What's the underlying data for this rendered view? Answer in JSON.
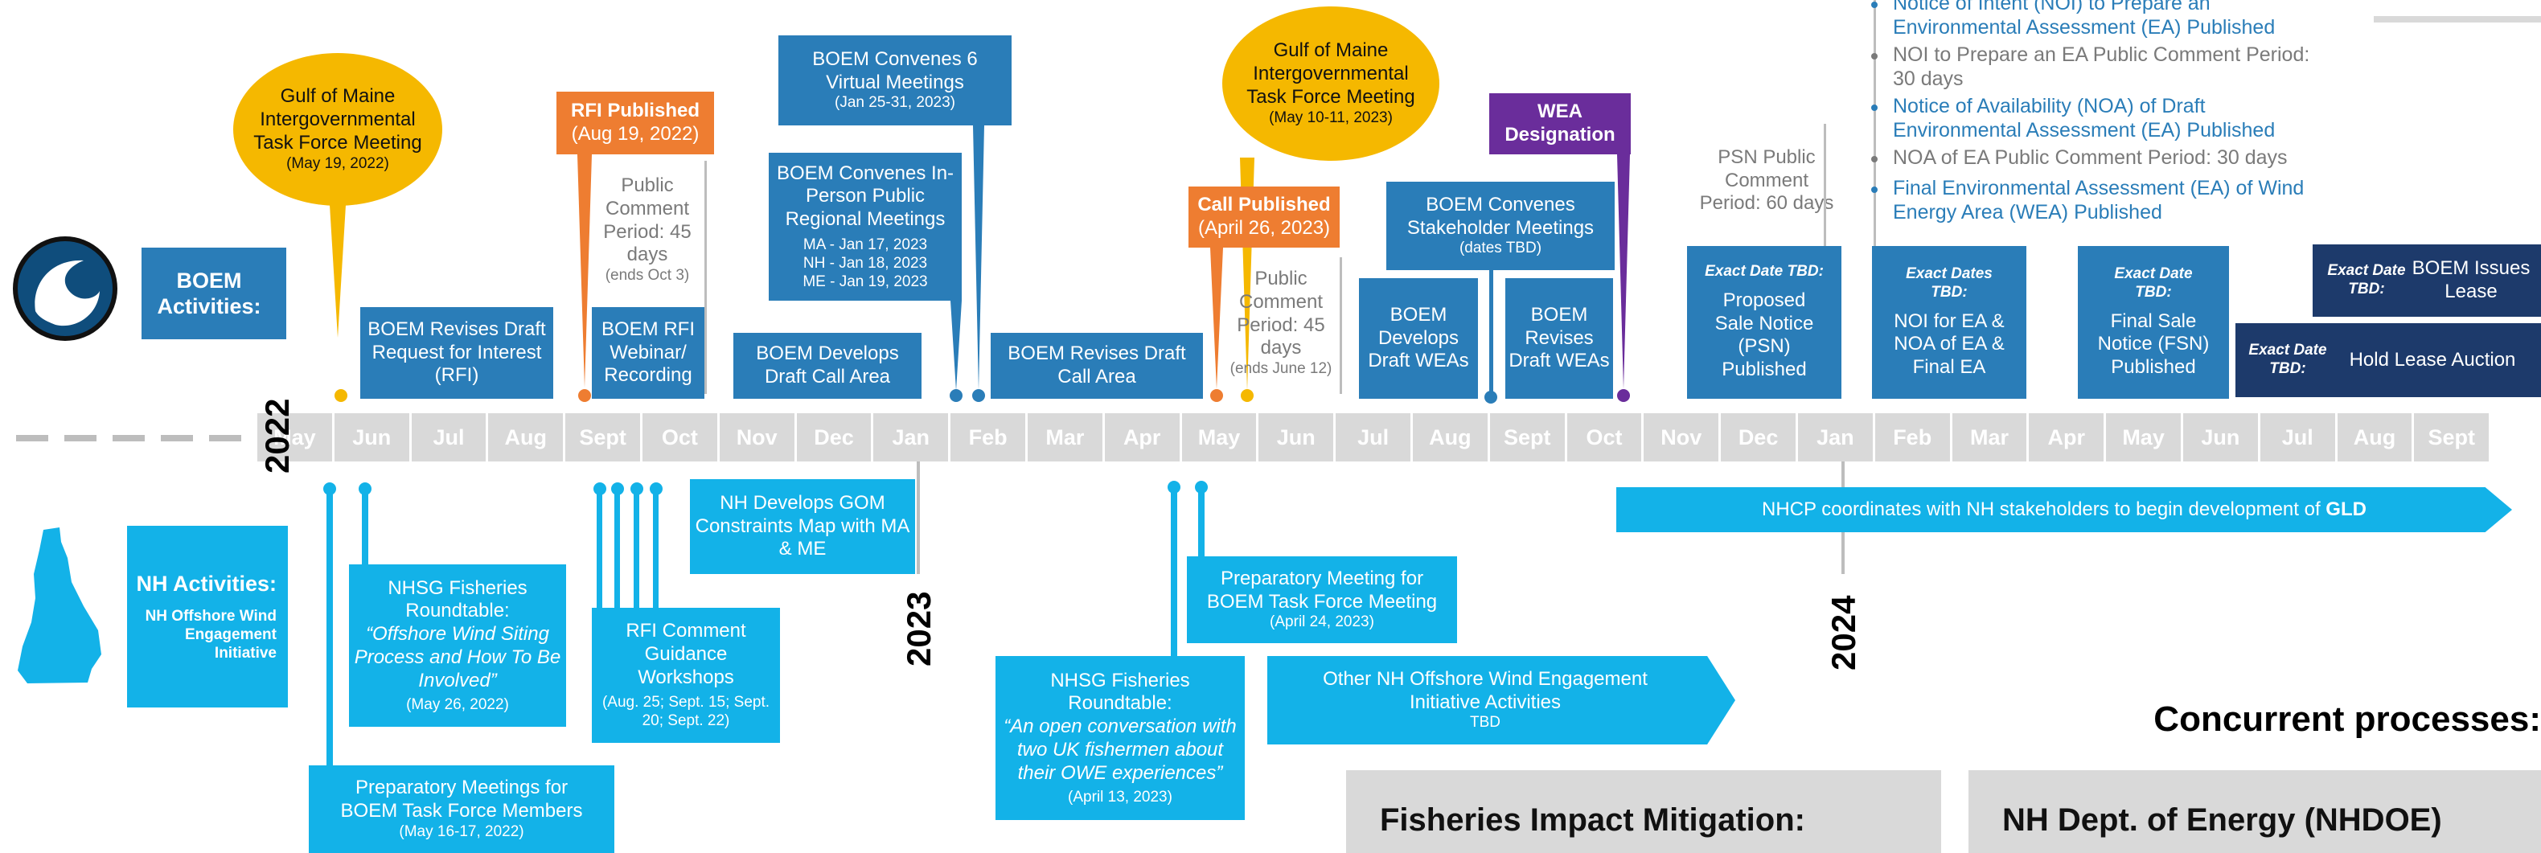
{
  "timeline": {
    "months": [
      "May",
      "Jun",
      "Jul",
      "Aug",
      "Sept",
      "Oct",
      "Nov",
      "Dec",
      "Jan",
      "Feb",
      "Mar",
      "Apr",
      "May",
      "Jun",
      "Jul",
      "Aug",
      "Sept",
      "Oct",
      "Nov",
      "Dec",
      "Jan",
      "Feb",
      "Mar",
      "Apr",
      "May",
      "Jun",
      "Jul",
      "Aug",
      "Sept"
    ],
    "years": {
      "y2022": "2022",
      "y2023": "2023",
      "y2024": "2024"
    }
  },
  "legend": {
    "boem_label": "BOEM Activities:",
    "nh_label": "NH Activities:",
    "nh_sub": "NH Offshore Wind Engagement Initiative"
  },
  "boem": {
    "gulf1": {
      "title": "Gulf of Maine Intergovernmental Task Force Meeting",
      "date": "(May 19, 2022)"
    },
    "revises_rfi": "BOEM Revises Draft Request for Interest (RFI)",
    "rfi_pub": {
      "title": "RFI Published",
      "date": "(Aug 19, 2022)"
    },
    "rfi_comment": {
      "text": "Public Comment Period: 45 days",
      "date": "(ends Oct 3)"
    },
    "webinar": "BOEM RFI Webinar/ Recording",
    "virtual": {
      "title": "BOEM Convenes 6 Virtual Meetings",
      "date": "(Jan 25-31, 2023)"
    },
    "inperson": {
      "title": "BOEM Convenes In-Person Public Regional Meetings",
      "l1": "MA - Jan 17, 2023",
      "l2": "NH - Jan 18, 2023",
      "l3": "ME - Jan 19, 2023"
    },
    "draft_call": "BOEM Develops Draft Call Area",
    "revises_call": "BOEM Revises Draft Call Area",
    "gulf2": {
      "title": "Gulf of Maine Intergovernmental Task Force Meeting",
      "date": "(May 10-11, 2023)"
    },
    "call_pub": {
      "title": "Call Published",
      "date": "(April 26, 2023)"
    },
    "call_comment": {
      "text": "Public Comment Period: 45 days",
      "date": "(ends June 12)"
    },
    "wea_designation": "WEA Designation",
    "stakeholder": {
      "title": "BOEM Convenes Stakeholder Meetings",
      "date": "(dates TBD)"
    },
    "develops_weas": "BOEM Develops Draft WEAs",
    "revises_weas": "BOEM Revises Draft WEAs",
    "psn_comment": "PSN Public Comment Period: 60 days",
    "psn": {
      "tbd": "Exact Date TBD:",
      "text": "Proposed Sale Notice (PSN) Published"
    },
    "noi": {
      "tbd": "Exact Dates TBD:",
      "text": "NOI for EA & NOA of EA & Final EA"
    },
    "fsn": {
      "tbd": "Exact Date TBD:",
      "text": "Final Sale Notice (FSN) Published"
    },
    "issues_lease": {
      "tbd": "Exact Date TBD:",
      "text": "BOEM Issues Lease"
    },
    "auction": {
      "tbd": "Exact Date TBD:",
      "text": "Hold Lease Auction"
    },
    "ea_list": [
      "Notice of Intent (NOI) to Prepare an Environmental Assessment (EA) Published",
      "NOI to Prepare an EA Public Comment Period: 30 days",
      "Notice of Availability (NOA) of Draft Environmental Assessment (EA) Published",
      "NOA of EA Public Comment Period: 30 days",
      "Final Environmental Assessment (EA) of Wind Energy Area (WEA) Published"
    ]
  },
  "nh": {
    "prep_tf": {
      "title": "Preparatory Meetings for BOEM Task Force Members",
      "date": "(May 16-17, 2022)"
    },
    "nhsg1": {
      "title": "NHSG Fisheries Roundtable:",
      "quote": "“Offshore Wind Siting Process and How To Be Involved”",
      "date": "(May 26, 2022)"
    },
    "rfi_workshops": {
      "title": "RFI Comment Guidance Workshops",
      "date": "(Aug. 25; Sept. 15; Sept. 20; Sept. 22)"
    },
    "gom_map": "NH Develops GOM Constraints Map with MA & ME",
    "nhsg2": {
      "title": "NHSG Fisheries Roundtable:",
      "quote": "“An open conversation with two UK fishermen about their OWE experiences”",
      "date": "(April 13, 2023)"
    },
    "prep2": {
      "title": "Preparatory Meeting for BOEM Task Force Meeting",
      "date": "(April 24, 2023)"
    },
    "other": {
      "title": "Other NH Offshore Wind Engagement Initiative Activities",
      "date": "TBD"
    },
    "nhcp_pre": "NHCP coordinates with NH stakeholders to begin development of ",
    "nhcp_bold": "GLD"
  },
  "concurrent": {
    "title": "Concurrent processes:",
    "fisheries": "Fisheries Impact Mitigation:",
    "nhdoe": "NH Dept. of Energy (NHDOE)"
  },
  "colors": {
    "boem": "#2a7db8",
    "nh": "#13b2e8",
    "gold": "#f5b800",
    "orange": "#ee7d31",
    "purple": "#6a2d9b",
    "navy": "#1d3a6b"
  }
}
